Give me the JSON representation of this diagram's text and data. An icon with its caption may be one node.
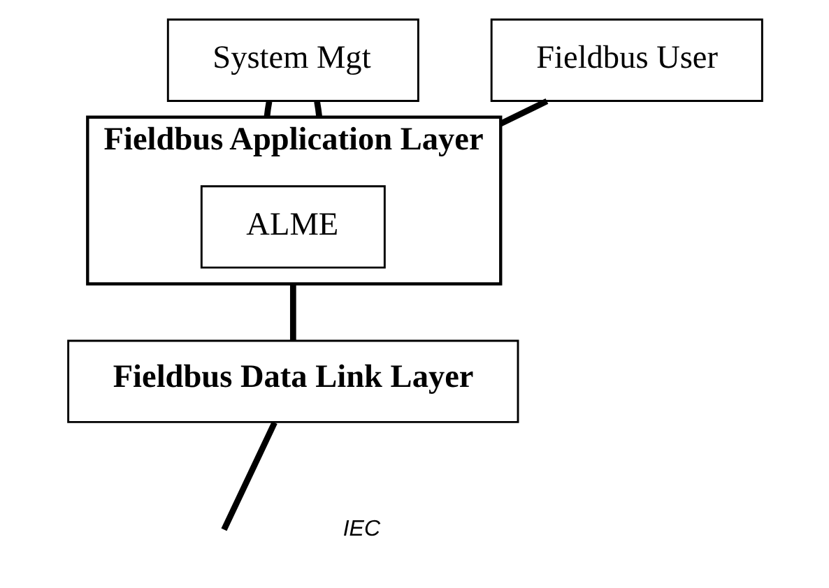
{
  "diagram": {
    "nodes": [
      {
        "text": [
          "System Mgt"
        ]
      },
      {
        "text": [
          "Fieldbus User"
        ]
      },
      {
        "text": [
          "Fieldbus Application Layer"
        ]
      },
      {
        "text": [
          "ALME"
        ],
        "in": 2
      },
      {
        "text": [
          "Fieldbus Data Link Layer"
        ]
      }
    ],
    "edges": [
      {
        "from": 0,
        "to": 2,
        "arrow": "none"
      },
      {
        "from": 1,
        "to": 2,
        "arrow": "none"
      },
      {
        "from": 0,
        "to": 2,
        "arrow": "none"
      },
      {
        "from": 2,
        "to": 4,
        "arrow": "none"
      },
      {
        "from": 4,
        "to": null,
        "arrow": "none"
      }
    ],
    "labels": [
      "IEC"
    ]
  }
}
